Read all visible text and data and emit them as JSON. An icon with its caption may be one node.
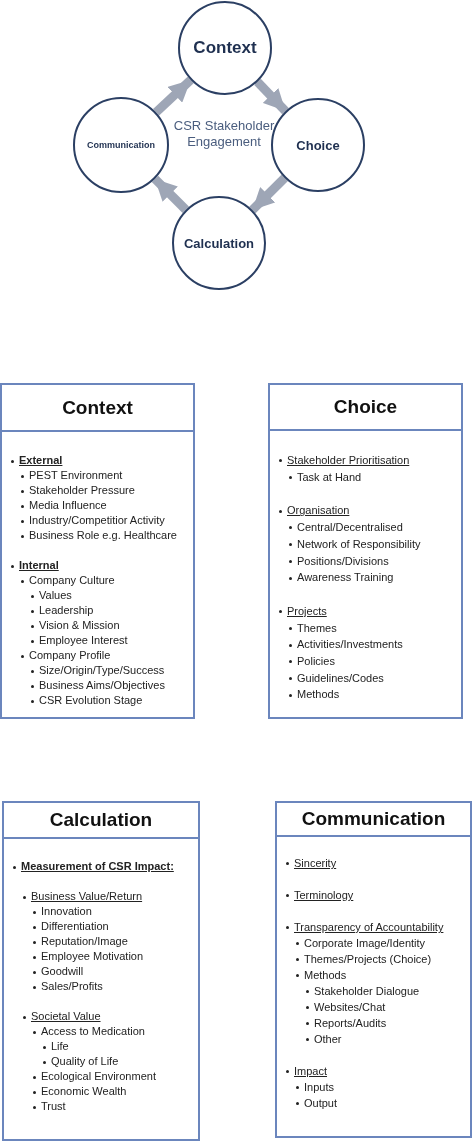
{
  "diagram": {
    "nodes": [
      {
        "text": [
          "Context"
        ]
      },
      {
        "text": [
          "Choice"
        ]
      },
      {
        "text": [
          "Calculation"
        ]
      },
      {
        "text": [
          "Communication"
        ]
      },
      {
        "text": [
          "Context",
          "External",
          "PEST Environment",
          "Stakeholder Pressure",
          "Media Influence",
          "Industry/Competitior Activity",
          "Business Role e.g. Healthcare",
          "Internal",
          "Company Culture",
          "Values",
          "Leadership",
          "Vision & Mission",
          "Employee Interest",
          "Company Profile",
          "Size/Origin/Type/Success",
          "Business Aims/Objectives",
          "CSR Evolution Stage"
        ]
      },
      {
        "text": [
          "Choice",
          "Stakeholder Prioritisation",
          "Task at Hand",
          "Organisation",
          "Central/Decentralised",
          "Network of Responsibility",
          "Positions/Divisions",
          "Awareness Training",
          "Projects",
          "Themes",
          "Activities/Investments",
          "Policies",
          "Guidelines/Codes",
          "Methods"
        ]
      },
      {
        "text": [
          "Calculation",
          "Measurement of CSR Impact:",
          "Business Value/Return",
          "Innovation",
          "Differentiation",
          "Reputation/Image",
          "Employee Motivation",
          "Goodwill",
          "Sales/Profits",
          "Societal Value",
          "Access to Medication",
          "Life",
          "Quality of Life",
          "Ecological Environment",
          "Economic Wealth",
          "Trust"
        ]
      },
      {
        "text": [
          "Communication",
          "Sincerity",
          "Terminology",
          "Transparency of Accountability",
          "Corporate Image/Identity",
          "Themes/Projects (Choice)",
          "Methods",
          "Stakeholder Dialogue",
          "Websites/Chat",
          "Reports/Audits",
          "Other",
          "Impact",
          "Inputs",
          "Output"
        ]
      }
    ],
    "edges": [
      {
        "from": 0,
        "to": 1,
        "arrow": "to"
      },
      {
        "from": 1,
        "to": 2,
        "arrow": "to"
      },
      {
        "from": 2,
        "to": 3,
        "arrow": "to"
      },
      {
        "from": 3,
        "to": 0,
        "arrow": "to"
      }
    ],
    "labels": [
      "CSR Stakeholder Engagement"
    ]
  }
}
